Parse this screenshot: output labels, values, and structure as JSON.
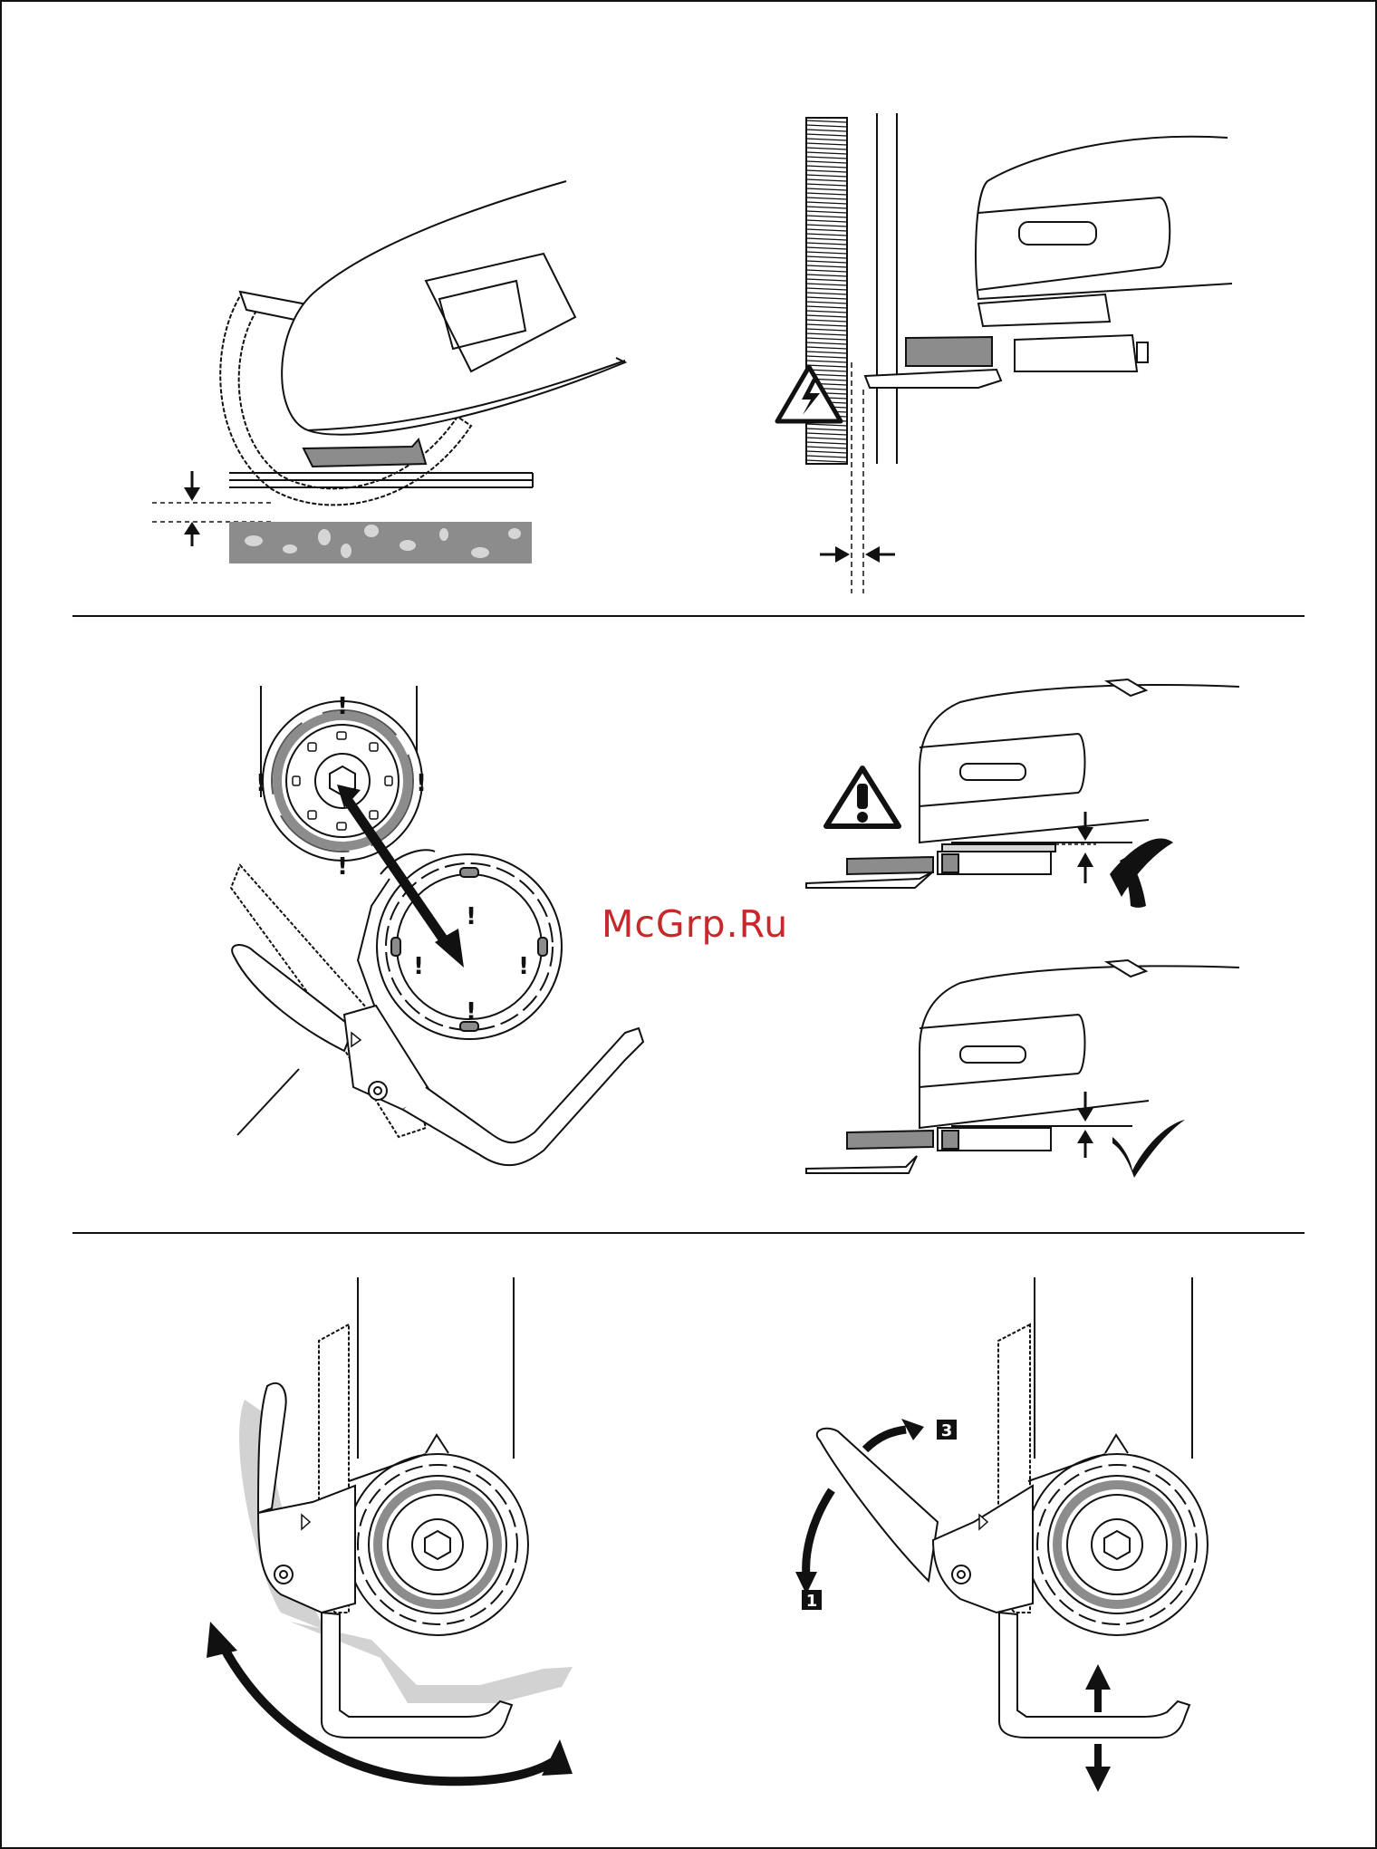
{
  "watermark": {
    "text": "McGrp.Ru",
    "color": "#c8282c"
  },
  "panels": {
    "panel_1": {
      "topic": "saw-blade-cut-depth"
    },
    "panel_2": {
      "topic": "wall-clearance-electrical-warning",
      "warning_icon": "electric-hazard-warning-icon"
    },
    "panel_3": {
      "topic": "tool-holder-alignment",
      "marks": [
        "!",
        "!",
        "!",
        "!",
        "!",
        "!",
        "!",
        "!"
      ]
    },
    "panel_4": {
      "topic": "accessory-seating",
      "incorrect_icon": "cross-icon",
      "correct_icon": "check-icon",
      "warning_icon": "general-warning-icon"
    },
    "panel_5": {
      "topic": "clamp-lever-swing"
    },
    "panel_6": {
      "topic": "clamp-lever-release",
      "step_labels": [
        "1",
        "3"
      ]
    }
  },
  "colors": {
    "line": "#111111",
    "gray": "#9a9a9a",
    "light_gray": "#d2d2d2",
    "dark_gray": "#888888"
  }
}
